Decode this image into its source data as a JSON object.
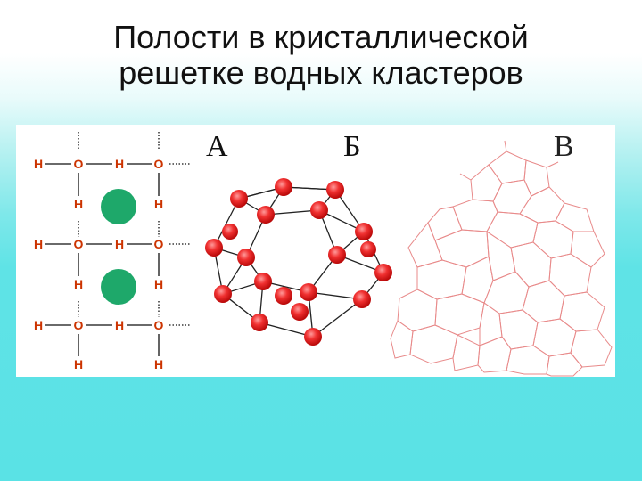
{
  "title": {
    "line1": "Полости в кристаллической",
    "line2": "решетке водных кластеров"
  },
  "panel_labels": {
    "a": "А",
    "b": "Б",
    "v": "В"
  },
  "lattice": {
    "h": "H",
    "o": "O"
  },
  "colors": {
    "atom_red": "#e11d1d",
    "cavity_green": "#1ea86a",
    "lattice_letters": "#cc3300",
    "mesh_line": "#e88a8a"
  }
}
